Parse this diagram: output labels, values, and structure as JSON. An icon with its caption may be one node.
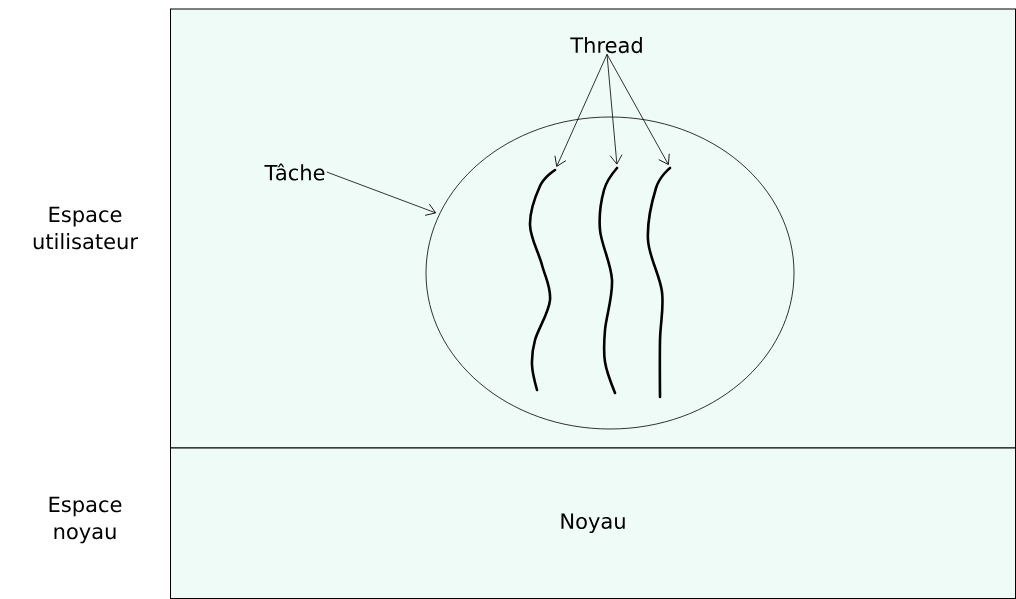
{
  "diagram": {
    "nodes": [
      {
        "text": [
          "Espace utilisateur"
        ]
      },
      {
        "text": [
          "Espace noyau",
          "Noyau"
        ]
      },
      {
        "text": [
          "Tâche"
        ],
        "in": 0
      },
      {
        "text": [],
        "shape": "circle",
        "in": 0
      },
      {
        "text": [
          "Thread"
        ],
        "in": 0
      },
      {
        "text": [],
        "shape": "picture",
        "in": 3
      },
      {
        "text": [],
        "shape": "picture",
        "in": 3
      },
      {
        "text": [],
        "shape": "picture",
        "in": 3
      }
    ],
    "edges": [
      {
        "from": 2,
        "to": 3,
        "arrow": "to"
      },
      {
        "from": 4,
        "to": 5,
        "arrow": "to"
      },
      {
        "from": 4,
        "to": 6,
        "arrow": "to"
      },
      {
        "from": 4,
        "to": 7,
        "arrow": "to"
      }
    ]
  }
}
